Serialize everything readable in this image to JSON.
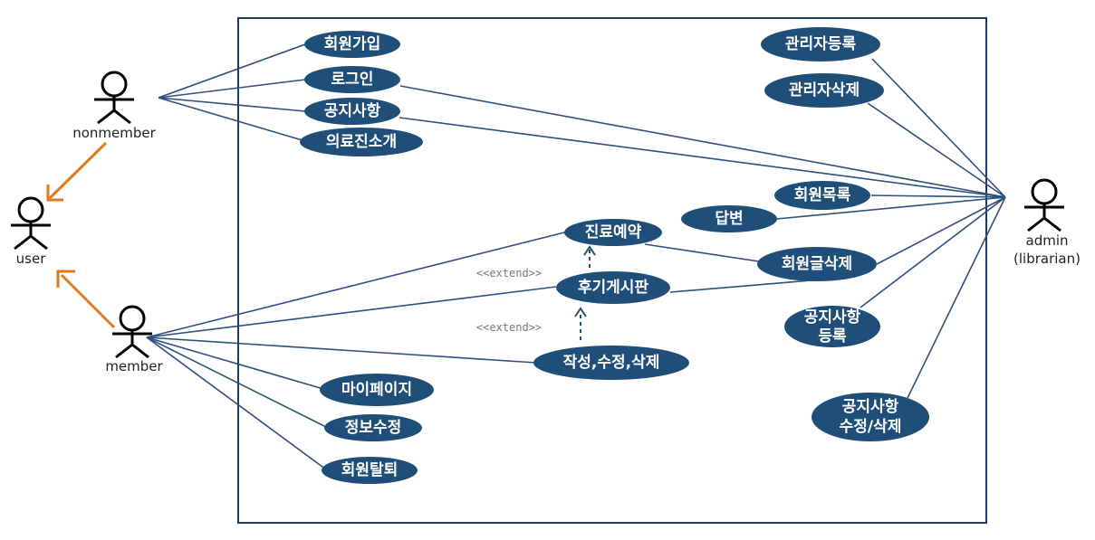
{
  "colors": {
    "usecase_fill": "#1f4e79",
    "association_line": "#2f4f7f",
    "generalization_arrow": "#e07a1f",
    "actor_stroke": "#000000",
    "boundary": "#1f3864"
  },
  "actors": {
    "nonmember": {
      "label": "nonmember"
    },
    "user": {
      "label": "user"
    },
    "member": {
      "label": "member"
    },
    "admin": {
      "label_line1": "admin",
      "label_line2": "(librarian)"
    }
  },
  "use_cases": {
    "join": "회원가입",
    "login": "로그인",
    "notice": "공지사항",
    "intro": "의료진소개",
    "mypage": "마이페이지",
    "edit_info": "정보수정",
    "withdraw": "회원탈퇴",
    "reservation": "진료예약",
    "review_board": "후기게시판",
    "write_edit_delete": "작성,수정,삭제",
    "answer": "답변",
    "member_list": "회원목록",
    "delete_member_post": "회원글삭제",
    "admin_register": "관리자등록",
    "admin_delete": "관리자삭제",
    "notice_register_line1": "공지사항",
    "notice_register_line2": "등록",
    "notice_edit_line1": "공지사항",
    "notice_edit_line2": "수정/삭제"
  },
  "relations": {
    "extend_label_1": "<<extend>>",
    "extend_label_2": "<<extend>>"
  }
}
